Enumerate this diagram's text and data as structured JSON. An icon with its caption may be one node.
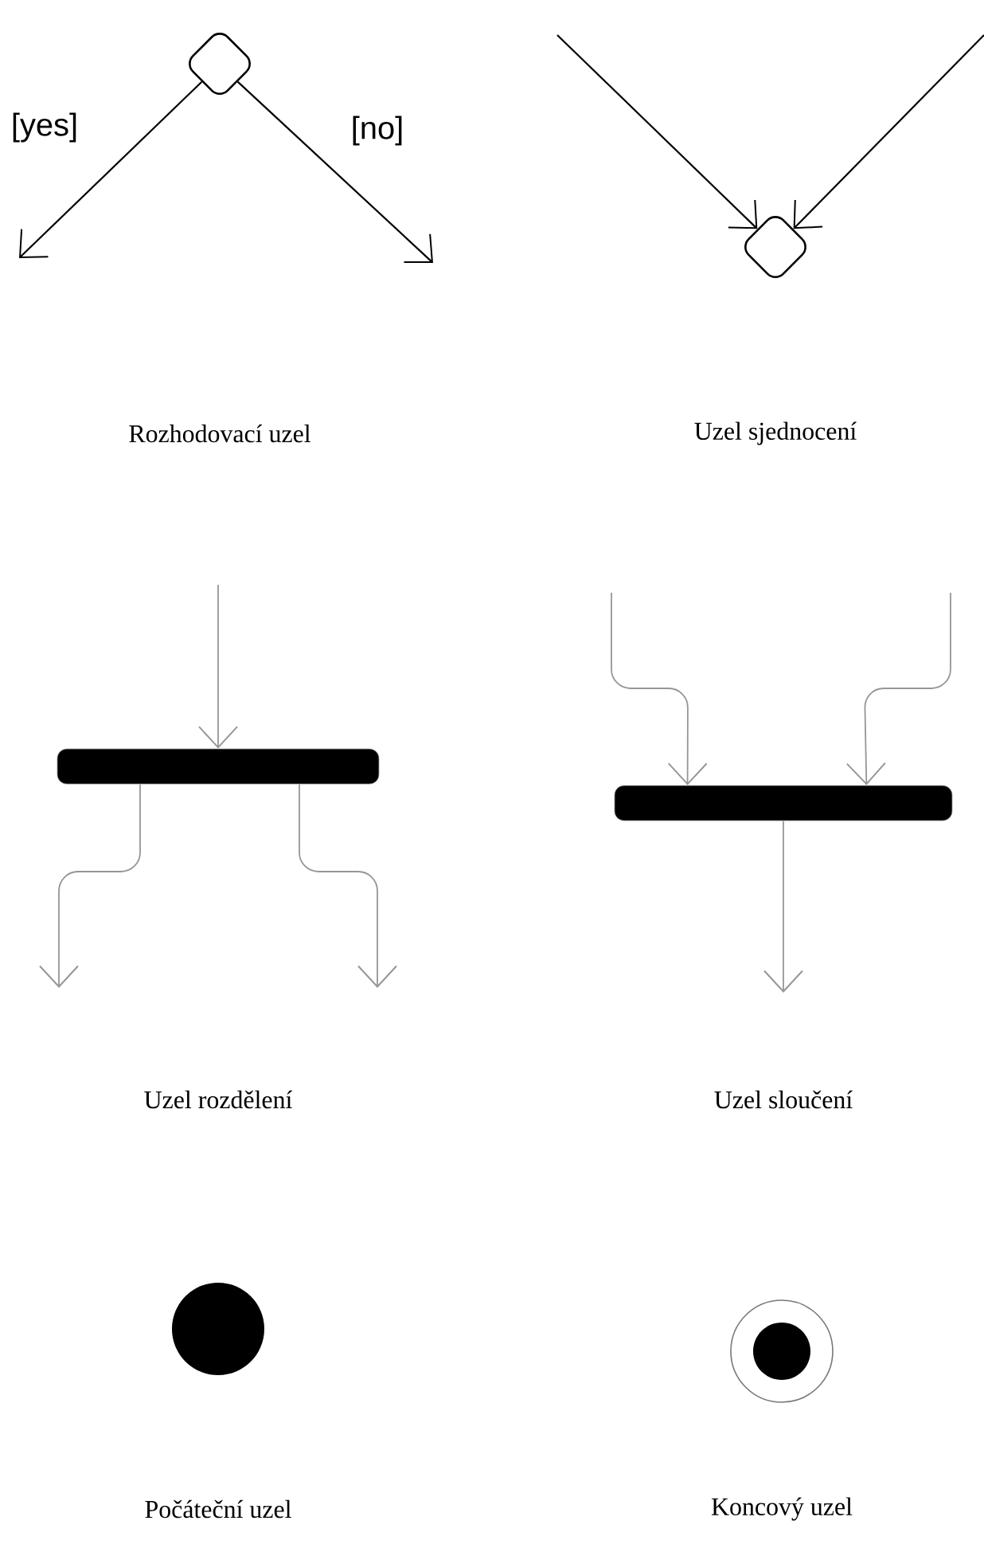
{
  "diagram": {
    "nodes": [
      {
        "text": [],
        "shape": "diamond"
      },
      {
        "text": [],
        "shape": "diamond"
      },
      {
        "text": [],
        "shape": "bar"
      },
      {
        "text": [],
        "shape": "bar"
      },
      {
        "text": [],
        "shape": "circle"
      },
      {
        "text": [],
        "shape": "circle"
      }
    ],
    "edges": [
      {
        "from": 0,
        "to": null,
        "arrow": "to",
        "label": "[yes]",
        "color": "#000000"
      },
      {
        "from": 0,
        "to": null,
        "arrow": "to",
        "label": "[no]",
        "color": "#000000"
      },
      {
        "from": null,
        "to": 1,
        "arrow": "to",
        "color": "#000000"
      },
      {
        "from": null,
        "to": 1,
        "arrow": "to",
        "color": "#000000"
      },
      {
        "from": null,
        "to": 2,
        "arrow": "to"
      },
      {
        "from": 2,
        "to": null,
        "arrow": "to"
      },
      {
        "from": 2,
        "to": null,
        "arrow": "to"
      },
      {
        "from": null,
        "to": 3,
        "arrow": "to"
      },
      {
        "from": null,
        "to": 3,
        "arrow": "to"
      },
      {
        "from": 3,
        "to": null,
        "arrow": "to"
      }
    ],
    "labels": [
      "Rozhodovací uzel",
      "Uzel sjednocení",
      "Uzel rozdělení",
      "Uzel sloučení",
      "Počáteční uzel",
      "Koncový uzel"
    ]
  }
}
